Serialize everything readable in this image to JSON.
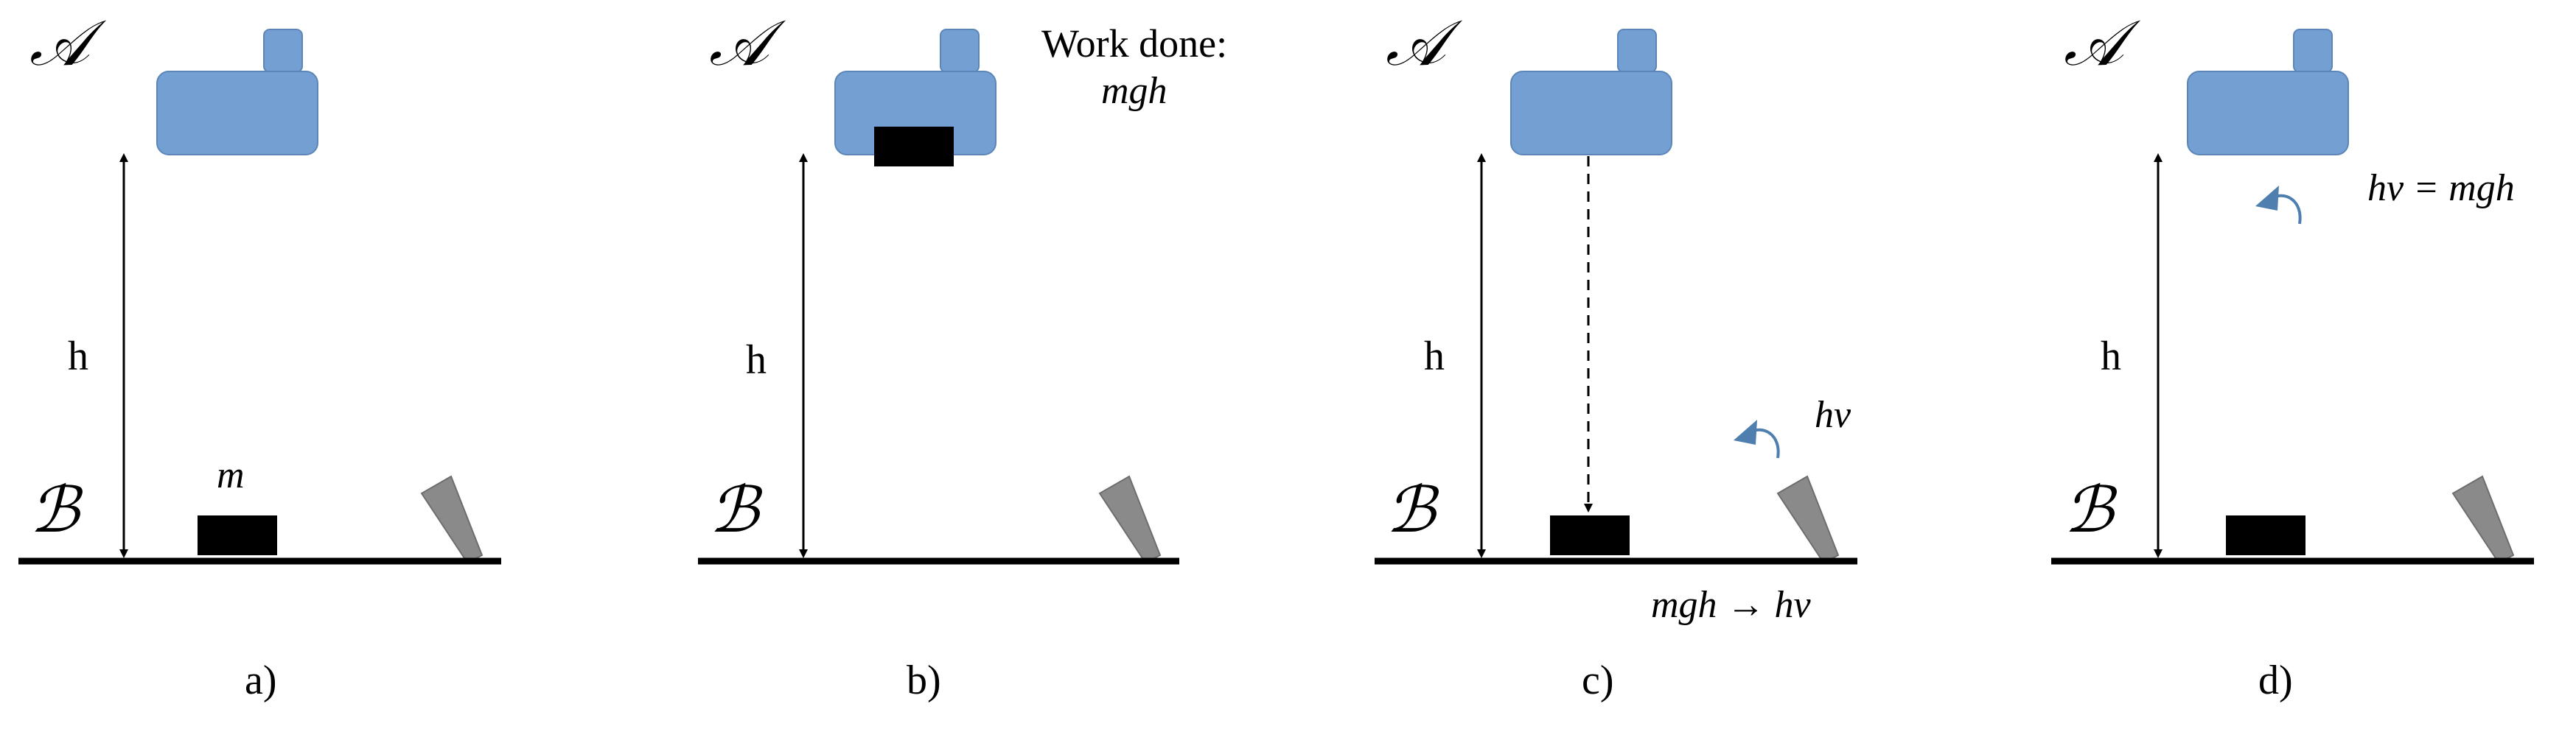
{
  "labels": {
    "level_top": "𝒜",
    "level_bottom": "ℬ",
    "height": "h",
    "mass": "m"
  },
  "panels": [
    {
      "label": "a)"
    },
    {
      "label": "b)",
      "annotation_line1": "Work done:",
      "annotation_line2": "mgh"
    },
    {
      "label": "c)",
      "photon_label": "hν",
      "conversion_label": "mgh → hν"
    },
    {
      "label": "d)",
      "photon_label": "hν = mgh"
    }
  ],
  "colors": {
    "device": "#749fd2",
    "detector": "#8a8a8a",
    "photon": "#4f7fae",
    "mass": "#000000"
  }
}
